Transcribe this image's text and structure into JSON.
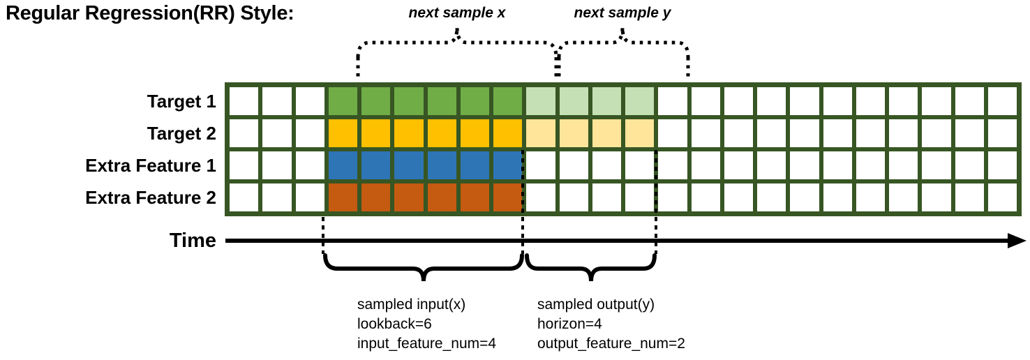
{
  "title": "Regular Regression(RR) Style:",
  "annotations": {
    "next_sample_x": "next sample x",
    "next_sample_y": "next sample y"
  },
  "grid": {
    "columns": 24,
    "input_start_col": 4,
    "lookback": 6,
    "horizon": 4,
    "line_color": "#375623",
    "empty_color": "#FFFFFF"
  },
  "rows": [
    {
      "label": "Target 1",
      "solid_color": "#70AD47",
      "light_color": "#C5E0B4"
    },
    {
      "label": "Target 2",
      "solid_color": "#FFC000",
      "light_color": "#FFE599"
    },
    {
      "label": "Extra Feature 1",
      "solid_color": "#2E75B6",
      "light_color": null
    },
    {
      "label": "Extra Feature 2",
      "solid_color": "#C55A11",
      "light_color": null
    }
  ],
  "time_axis": {
    "label": "Time"
  },
  "input_annotation": {
    "lines": [
      "sampled input(x)",
      "lookback=6",
      "input_feature_num=4"
    ]
  },
  "output_annotation": {
    "lines": [
      "sampled output(y)",
      "horizon=4",
      "output_feature_num=2"
    ]
  }
}
